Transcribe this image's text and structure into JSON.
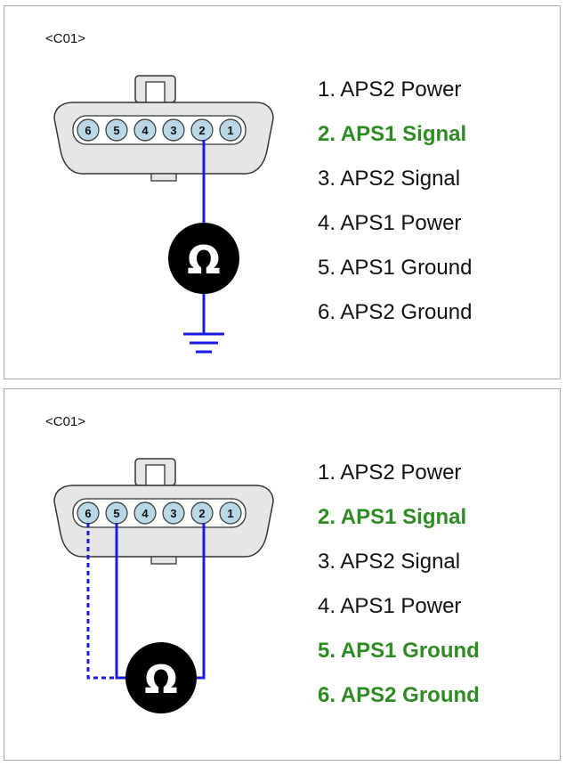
{
  "panels": [
    {
      "connector_label": "<C01>",
      "pin_numbers": [
        "6",
        "5",
        "4",
        "3",
        "2",
        "1"
      ],
      "pins": [
        {
          "label": "1. APS2 Power",
          "highlighted": false
        },
        {
          "label": "2. APS1 Signal",
          "highlighted": true
        },
        {
          "label": "3. APS2 Signal",
          "highlighted": false
        },
        {
          "label": "4. APS1 Power",
          "highlighted": false
        },
        {
          "label": "5. APS1 Ground",
          "highlighted": false
        },
        {
          "label": "6. APS2 Ground",
          "highlighted": false
        }
      ],
      "meter_symbol": "Ω"
    },
    {
      "connector_label": "<C01>",
      "pin_numbers": [
        "6",
        "5",
        "4",
        "3",
        "2",
        "1"
      ],
      "pins": [
        {
          "label": "1. APS2 Power",
          "highlighted": false
        },
        {
          "label": "2. APS1 Signal",
          "highlighted": true
        },
        {
          "label": "3. APS2 Signal",
          "highlighted": false
        },
        {
          "label": "4. APS1 Power",
          "highlighted": false
        },
        {
          "label": "5. APS1 Ground",
          "highlighted": true
        },
        {
          "label": "6. APS2 Ground",
          "highlighted": true
        }
      ],
      "meter_symbol": "Ω"
    }
  ],
  "colors": {
    "wire": "#1a1ae6",
    "highlight_text": "#2e8b23",
    "pin_fill": "#b9d8e6",
    "connector_fill": "#e6e6e6"
  }
}
